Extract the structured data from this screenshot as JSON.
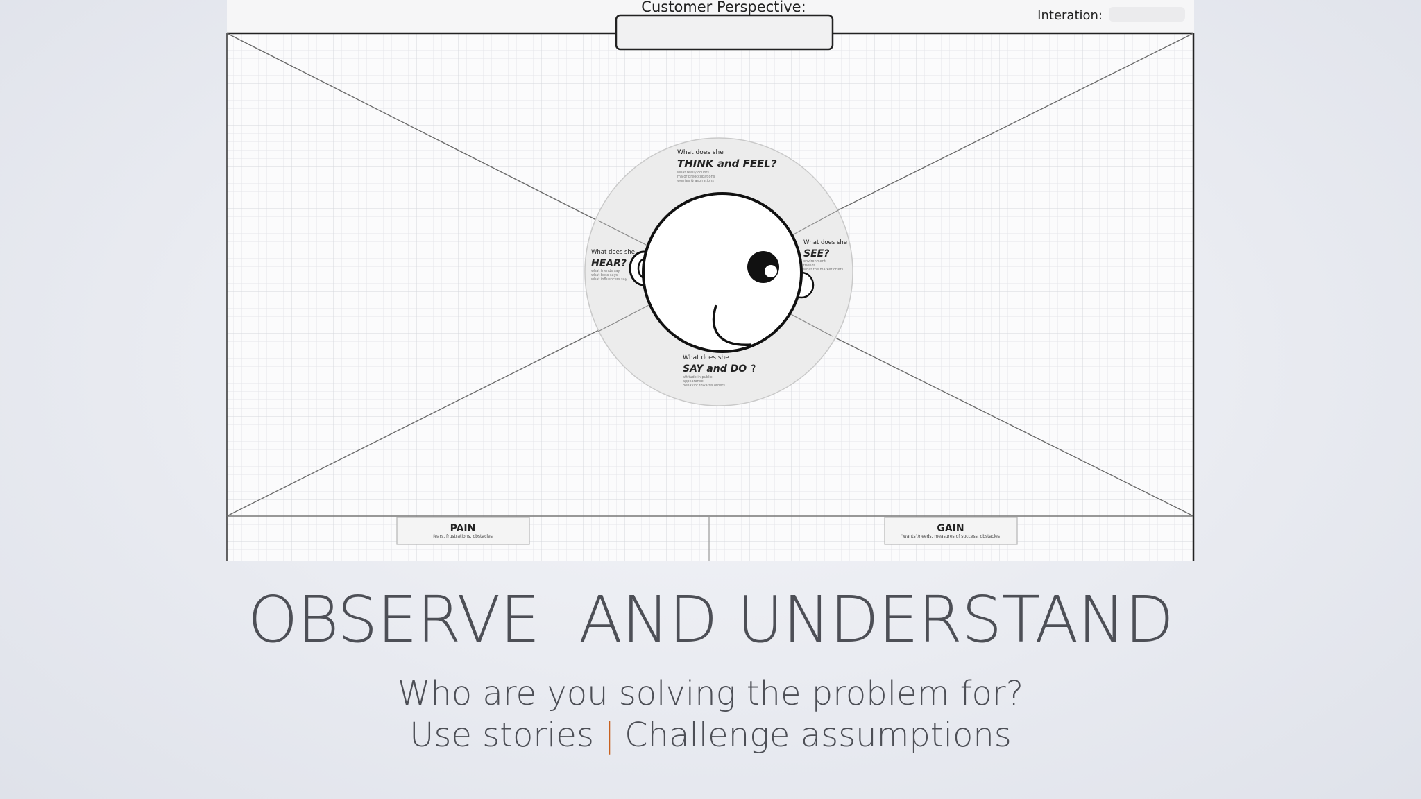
{
  "map": {
    "header_label": "Customer Perspective:",
    "iteration_label": "Interation:",
    "think": {
      "q": "What does she",
      "title": "THINK and FEEL?",
      "notes": [
        "what really counts",
        "major preoccupations",
        "worries & aspirations"
      ]
    },
    "hear": {
      "q": "What does she",
      "title": "HEAR?",
      "notes": [
        "what friends say",
        "what boss says",
        "what influencers say"
      ]
    },
    "see": {
      "q": "What does she",
      "title": "SEE?",
      "notes": [
        "environment",
        "friends",
        "what the market offers"
      ]
    },
    "say": {
      "q": "What does she",
      "title": "SAY and DO",
      "mark": "?",
      "notes": [
        "attitude in public",
        "appearance",
        "behavior towards others"
      ]
    },
    "pain": {
      "title": "PAIN",
      "sub": "fears, frustrations, obstacles"
    },
    "gain": {
      "title": "GAIN",
      "sub": "\"wants\"/needs, measures of success, obstacles"
    }
  },
  "slide": {
    "title": "OBSERVE  AND UNDERSTAND",
    "line1": "Who are you solving the problem for?",
    "line2_a": "Use stories",
    "line2_sep": "|",
    "line2_b": "Challenge assumptions"
  },
  "colors": {
    "accent": "#c8611f",
    "text": "#4d4f56"
  }
}
